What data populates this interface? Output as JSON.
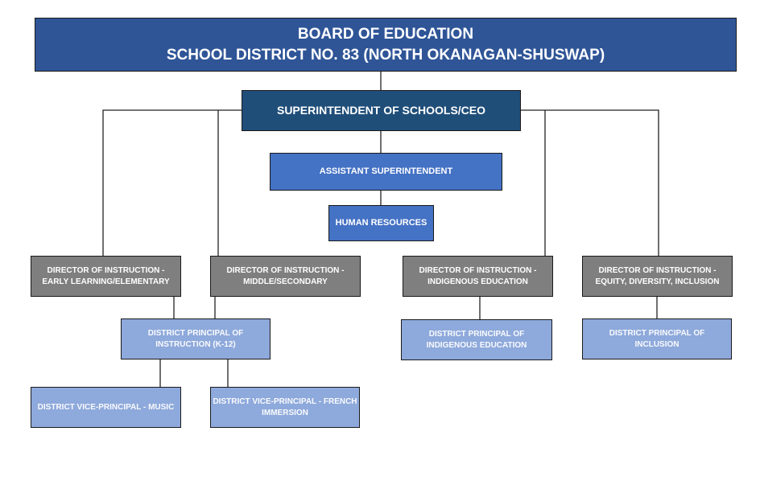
{
  "board": {
    "line1": "BOARD OF EDUCATION",
    "line2": "SCHOOL DISTRICT NO. 83 (NORTH OKANAGAN-SHUSWAP)"
  },
  "superintendent": "SUPERINTENDENT OF SCHOOLS/CEO",
  "assistant_superintendent": "ASSISTANT SUPERINTENDENT",
  "human_resources": "HUMAN RESOURCES",
  "directors": [
    {
      "line1": "DIRECTOR OF INSTRUCTION -",
      "line2": "EARLY LEARNING/ELEMENTARY"
    },
    {
      "line1": "DIRECTOR OF INSTRUCTION -",
      "line2": "MIDDLE/SECONDARY"
    },
    {
      "line1": "DIRECTOR OF INSTRUCTION -",
      "line2": "INDIGENOUS EDUCATION"
    },
    {
      "line1": "DIRECTOR OF INSTRUCTION -",
      "line2": "EQUITY, DIVERSITY, INCLUSION"
    }
  ],
  "principals": [
    {
      "line1": "DISTRICT PRINCIPAL OF",
      "line2": "INSTRUCTION (K-12)"
    },
    {
      "line1": "DISTRICT PRINCIPAL OF",
      "line2": "INDIGENOUS EDUCATION"
    },
    {
      "line1": "DISTRICT PRINCIPAL OF",
      "line2": "INCLUSION"
    }
  ],
  "vice_principals": [
    {
      "line1": "DISTRICT VICE-PRINCIPAL - MUSIC",
      "line2": ""
    },
    {
      "line1": "DISTRICT VICE-PRINCIPAL - FRENCH",
      "line2": "IMMERSION"
    }
  ]
}
